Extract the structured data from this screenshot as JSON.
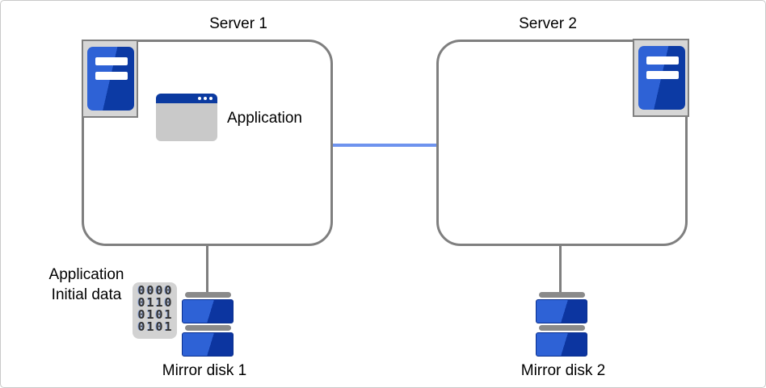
{
  "diagram": {
    "server1": {
      "title": "Server 1",
      "application_label": "Application",
      "disk_label": "Mirror disk 1"
    },
    "server2": {
      "title": "Server 2",
      "disk_label": "Mirror disk 2"
    },
    "initial_data": {
      "label_line1": "Application",
      "label_line2": "Initial data",
      "binary_rows": [
        "0000",
        "0110",
        "0101",
        "0101"
      ]
    },
    "colors": {
      "box_border_gray": "#7f7f7f",
      "network_link_blue": "#6e93ee",
      "icon_blue_light": "#2e62d6",
      "icon_blue_dark": "#0c35a0",
      "titlebar_blue": "#0b3aa0",
      "icon_frame_gray": "#d6d6d6",
      "app_body_gray": "#c9c9c9",
      "disk_cap_gray": "#8a8a8a",
      "binary_bg_gray": "#d2d2d2"
    }
  }
}
